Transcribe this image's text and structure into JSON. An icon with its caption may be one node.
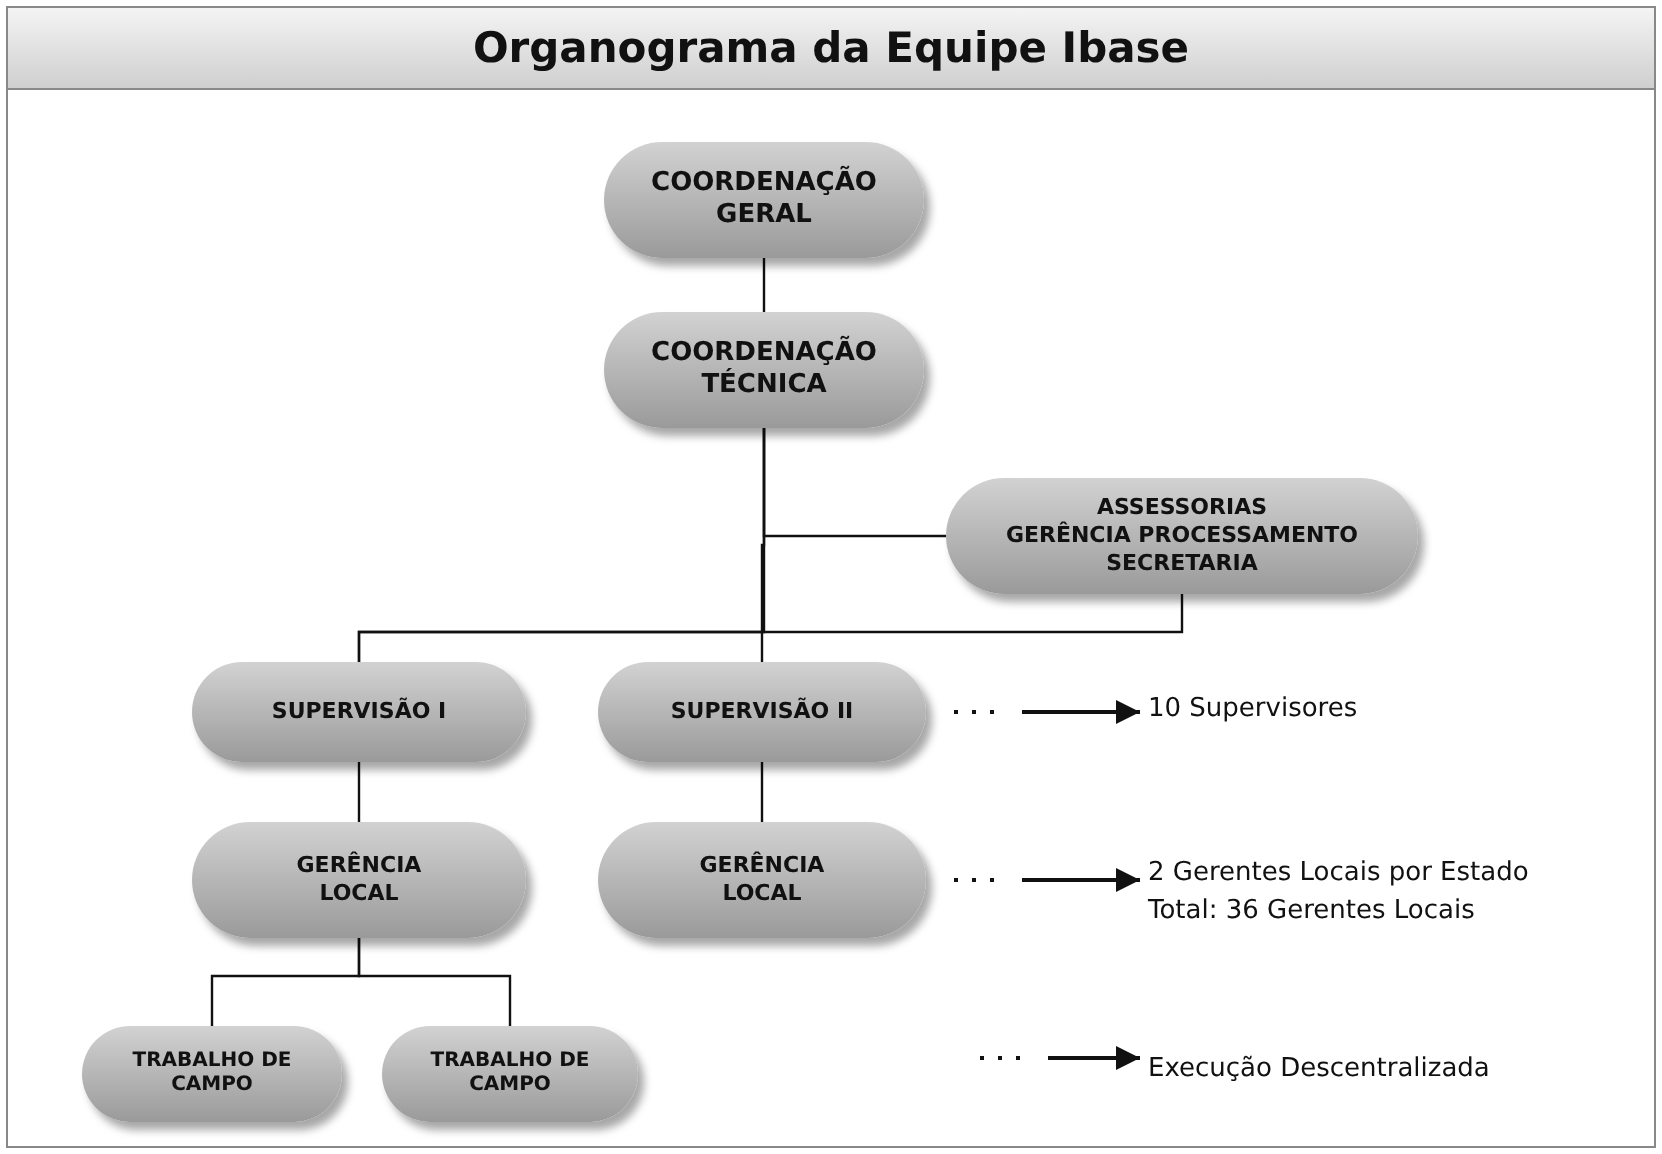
{
  "diagram": {
    "title": "Organograma da Equipe Ibase",
    "nodes": [
      {
        "text": [
          "COORDENAÇÃO GERAL"
        ]
      },
      {
        "text": [
          "COORDENAÇÃO TÉCNICA"
        ]
      },
      {
        "text": [
          "ASSESSORIAS",
          "GERÊNCIA PROCESSAMENTO",
          "SECRETARIA"
        ]
      },
      {
        "text": [
          "SUPERVISÃO I"
        ]
      },
      {
        "text": [
          "SUPERVISÃO II"
        ]
      },
      {
        "text": [
          "GERÊNCIA LOCAL"
        ]
      },
      {
        "text": [
          "GERÊNCIA LOCAL"
        ]
      },
      {
        "text": [
          "TRABALHO DE CAMPO"
        ]
      },
      {
        "text": [
          "TRABALHO DE CAMPO"
        ]
      },
      {
        "text": [
          "10 Supervisores"
        ]
      },
      {
        "text": [
          "2 Gerentes Locais por Estado",
          "Total: 36 Gerentes Locais"
        ]
      },
      {
        "text": [
          "Execução Descentralizada"
        ]
      }
    ],
    "edges": [
      {
        "from": 0,
        "to": 1,
        "arrow": "none"
      },
      {
        "from": 1,
        "to": 2,
        "arrow": "none"
      },
      {
        "from": 1,
        "to": 3,
        "arrow": "none"
      },
      {
        "from": 1,
        "to": 4,
        "arrow": "none"
      },
      {
        "from": 2,
        "to": 3,
        "arrow": "none"
      },
      {
        "from": 3,
        "to": 5,
        "arrow": "none"
      },
      {
        "from": 4,
        "to": 6,
        "arrow": "none"
      },
      {
        "from": 5,
        "to": 7,
        "arrow": "none"
      },
      {
        "from": 5,
        "to": 8,
        "arrow": "none"
      },
      {
        "from": 4,
        "to": 9,
        "arrow": "to",
        "style": "dashed"
      },
      {
        "from": 6,
        "to": 10,
        "arrow": "to",
        "style": "dashed"
      },
      {
        "from": null,
        "to": 11,
        "arrow": "to",
        "style": "dashed"
      }
    ]
  }
}
